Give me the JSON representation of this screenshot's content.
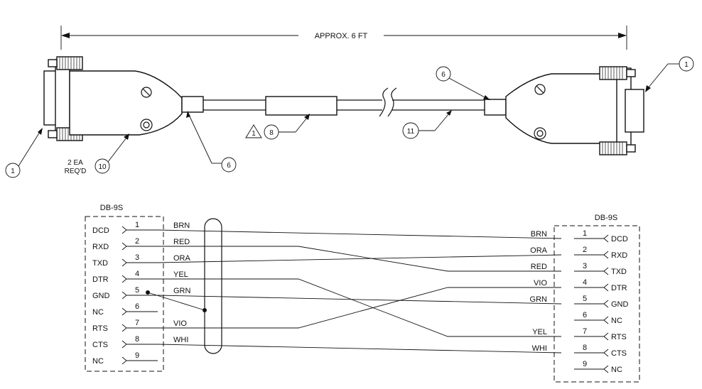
{
  "dimension_label": "APPROX. 6 FT",
  "callouts": {
    "left_connector_item": "1",
    "right_connector_item": "1",
    "left_boot_item": "6",
    "right_boot_item": "6",
    "sleeve_item": "8",
    "cable_item": "11",
    "hood_item": "10",
    "revision_flag": "1",
    "hood_qty_line1": "2 EA",
    "hood_qty_line2": "REQ'D"
  },
  "left_connector": {
    "title": "DB-9S",
    "pins": [
      {
        "signal": "DCD",
        "pin": "1"
      },
      {
        "signal": "RXD",
        "pin": "2"
      },
      {
        "signal": "TXD",
        "pin": "3"
      },
      {
        "signal": "DTR",
        "pin": "4"
      },
      {
        "signal": "GND",
        "pin": "5"
      },
      {
        "signal": "NC",
        "pin": "6"
      },
      {
        "signal": "RTS",
        "pin": "7"
      },
      {
        "signal": "CTS",
        "pin": "8"
      },
      {
        "signal": "NC",
        "pin": "9"
      }
    ]
  },
  "right_connector": {
    "title": "DB-9S",
    "pins": [
      {
        "signal": "DCD",
        "pin": "1"
      },
      {
        "signal": "RXD",
        "pin": "2"
      },
      {
        "signal": "TXD",
        "pin": "3"
      },
      {
        "signal": "DTR",
        "pin": "4"
      },
      {
        "signal": "GND",
        "pin": "5"
      },
      {
        "signal": "NC",
        "pin": "6"
      },
      {
        "signal": "RTS",
        "pin": "7"
      },
      {
        "signal": "CTS",
        "pin": "8"
      },
      {
        "signal": "NC",
        "pin": "9"
      }
    ]
  },
  "wires": [
    {
      "from_pin": "1",
      "to_pin": "1",
      "color_left": "BRN",
      "color_right": "BRN"
    },
    {
      "from_pin": "2",
      "to_pin": "3",
      "color_left": "RED",
      "color_right": "RED"
    },
    {
      "from_pin": "3",
      "to_pin": "2",
      "color_left": "ORA",
      "color_right": "ORA"
    },
    {
      "from_pin": "4",
      "to_pin": "7",
      "color_left": "YEL",
      "color_right": "YEL"
    },
    {
      "from_pin": "5",
      "to_pin": "5",
      "color_left": "GRN",
      "color_right": "GRN"
    },
    {
      "from_pin": "7",
      "to_pin": "4",
      "color_left": "VIO",
      "color_right": "VIO"
    },
    {
      "from_pin": "8",
      "to_pin": "8",
      "color_left": "WHI",
      "color_right": "WHI"
    }
  ]
}
